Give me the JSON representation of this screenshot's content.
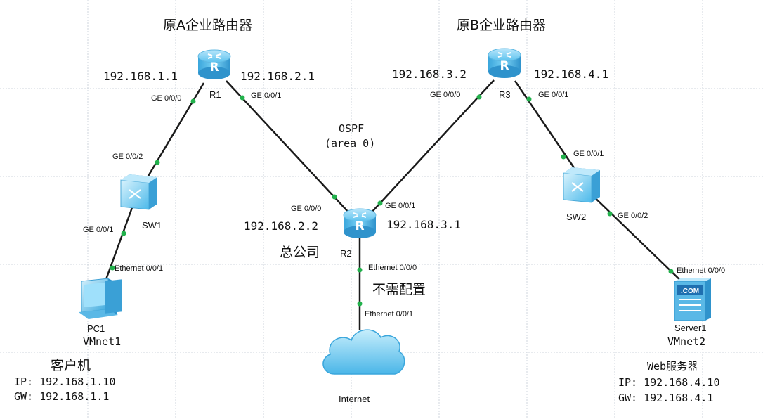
{
  "titles": {
    "routerA": "原A企业路由器",
    "routerB": "原B企业路由器",
    "hq": "总公司",
    "no_config": "不需配置"
  },
  "devices": {
    "r1": "R1",
    "r2": "R2",
    "r3": "R3",
    "sw1": "SW1",
    "sw2": "SW2",
    "pc1": "PC1",
    "server1": "Server1",
    "internet": "Internet"
  },
  "ips": {
    "r1_left": "192.168.1.1",
    "r1_right": "192.168.2.1",
    "r3_left": "192.168.3.2",
    "r3_right": "192.168.4.1",
    "r2_left": "192.168.2.2",
    "r2_right": "192.168.3.1"
  },
  "ports": {
    "r1_ge000": "GE 0/0/0",
    "r1_ge001": "GE 0/0/1",
    "sw1_ge002": "GE 0/0/2",
    "sw1_ge001": "GE 0/0/1",
    "pc1_eth": "Ethernet 0/0/1",
    "r2_ge000": "GE 0/0/0",
    "r2_ge001": "GE 0/0/1",
    "r2_eth000": "Ethernet 0/0/0",
    "cloud_eth001": "Ethernet 0/0/1",
    "r3_ge000": "GE 0/0/0",
    "r3_ge001": "GE 0/0/1",
    "sw2_ge001": "GE 0/0/1",
    "sw2_ge002": "GE 0/0/2",
    "server_eth": "Ethernet 0/0/0"
  },
  "ospf": {
    "label": "OSPF",
    "area": "(area 0)"
  },
  "vmnets": {
    "left": "VMnet1",
    "right": "VMnet2"
  },
  "client": {
    "heading": "客户机",
    "ip": "IP: 192.168.1.10",
    "gw": "GW: 192.168.1.1"
  },
  "web": {
    "heading": "Web服务器",
    "ip": "IP: 192.168.4.10",
    "gw": "GW: 192.168.4.1"
  },
  "server_badge": ".COM",
  "colors": {
    "link": "#1a1a1a",
    "port_dot": "#22b14c",
    "router_blue": "#5cc2ee",
    "cloud_blue": "#6fc9f2"
  },
  "icons": {
    "router": "router-icon",
    "switch": "switch-icon",
    "pc": "pc-icon",
    "server": "server-icon",
    "cloud": "cloud-icon"
  }
}
